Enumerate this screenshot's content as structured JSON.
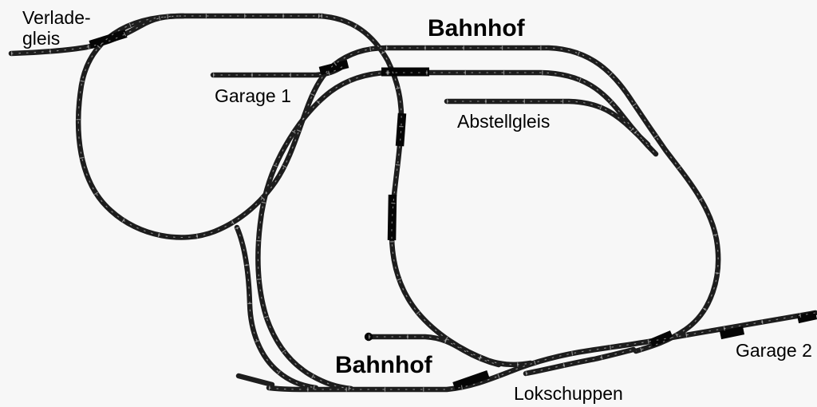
{
  "diagram": {
    "kind": "model-railway-track-plan",
    "background_color": "#f7f7f7",
    "track_color": "#1d1d1d",
    "bold_segment_color": "#050505",
    "text_color": "#000000",
    "labels": {
      "verladegleis_line1": "Verlade-",
      "verladegleis_line2": "gleis",
      "bahnhof_top": "Bahnhof",
      "garage1": "Garage 1",
      "abstellgleis": "Abstellgleis",
      "garage2": "Garage 2",
      "lokschuppen": "Lokschuppen",
      "bahnhof_bottom": "Bahnhof"
    }
  }
}
